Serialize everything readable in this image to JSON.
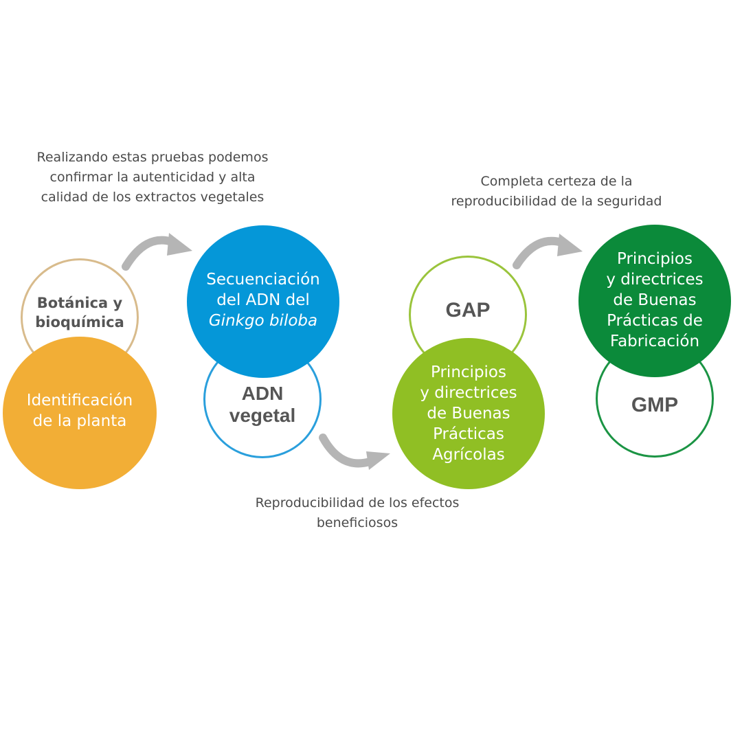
{
  "captions": {
    "tests": [
      "Realizando estas pruebas podemos",
      "confirmar la autenticidad y alta",
      "calidad de los extractos vegetales"
    ],
    "reproducibility_effects": [
      "Reproducibilidad de los efectos",
      "beneficiosos"
    ],
    "safety_certainty": [
      "Completa certeza de la",
      "reproducibilidad de la seguridad"
    ]
  },
  "circles": {
    "botanica": {
      "lines": [
        "Botánica y",
        "bioquímica"
      ],
      "color": "#d8bb8c"
    },
    "identificacion": {
      "lines": [
        "Identificación",
        "de la planta"
      ],
      "color": "#f2ae36"
    },
    "secuenciacion": {
      "lines": [
        "Secuenciación",
        "del ADN del"
      ],
      "italic_line": "Ginkgo biloba",
      "color": "#0597d8"
    },
    "adn_vegetal": {
      "lines": [
        "ADN",
        "vegetal"
      ],
      "color": "#2a9fdc"
    },
    "gap": {
      "label": "GAP",
      "color": "#9ac43c"
    },
    "gap_principles": {
      "lines": [
        "Principios",
        "y directrices",
        "de Buenas",
        "Prácticas",
        "Agrícolas"
      ],
      "color": "#90bf24"
    },
    "gmp_principles": {
      "lines": [
        "Principios",
        "y directrices",
        "de Buenas",
        "Prácticas de",
        "Fabricación"
      ],
      "color": "#0b8a3a"
    },
    "gmp": {
      "label": "GMP",
      "color": "#1b9444"
    }
  },
  "arrow_color": "#b5b5b5"
}
